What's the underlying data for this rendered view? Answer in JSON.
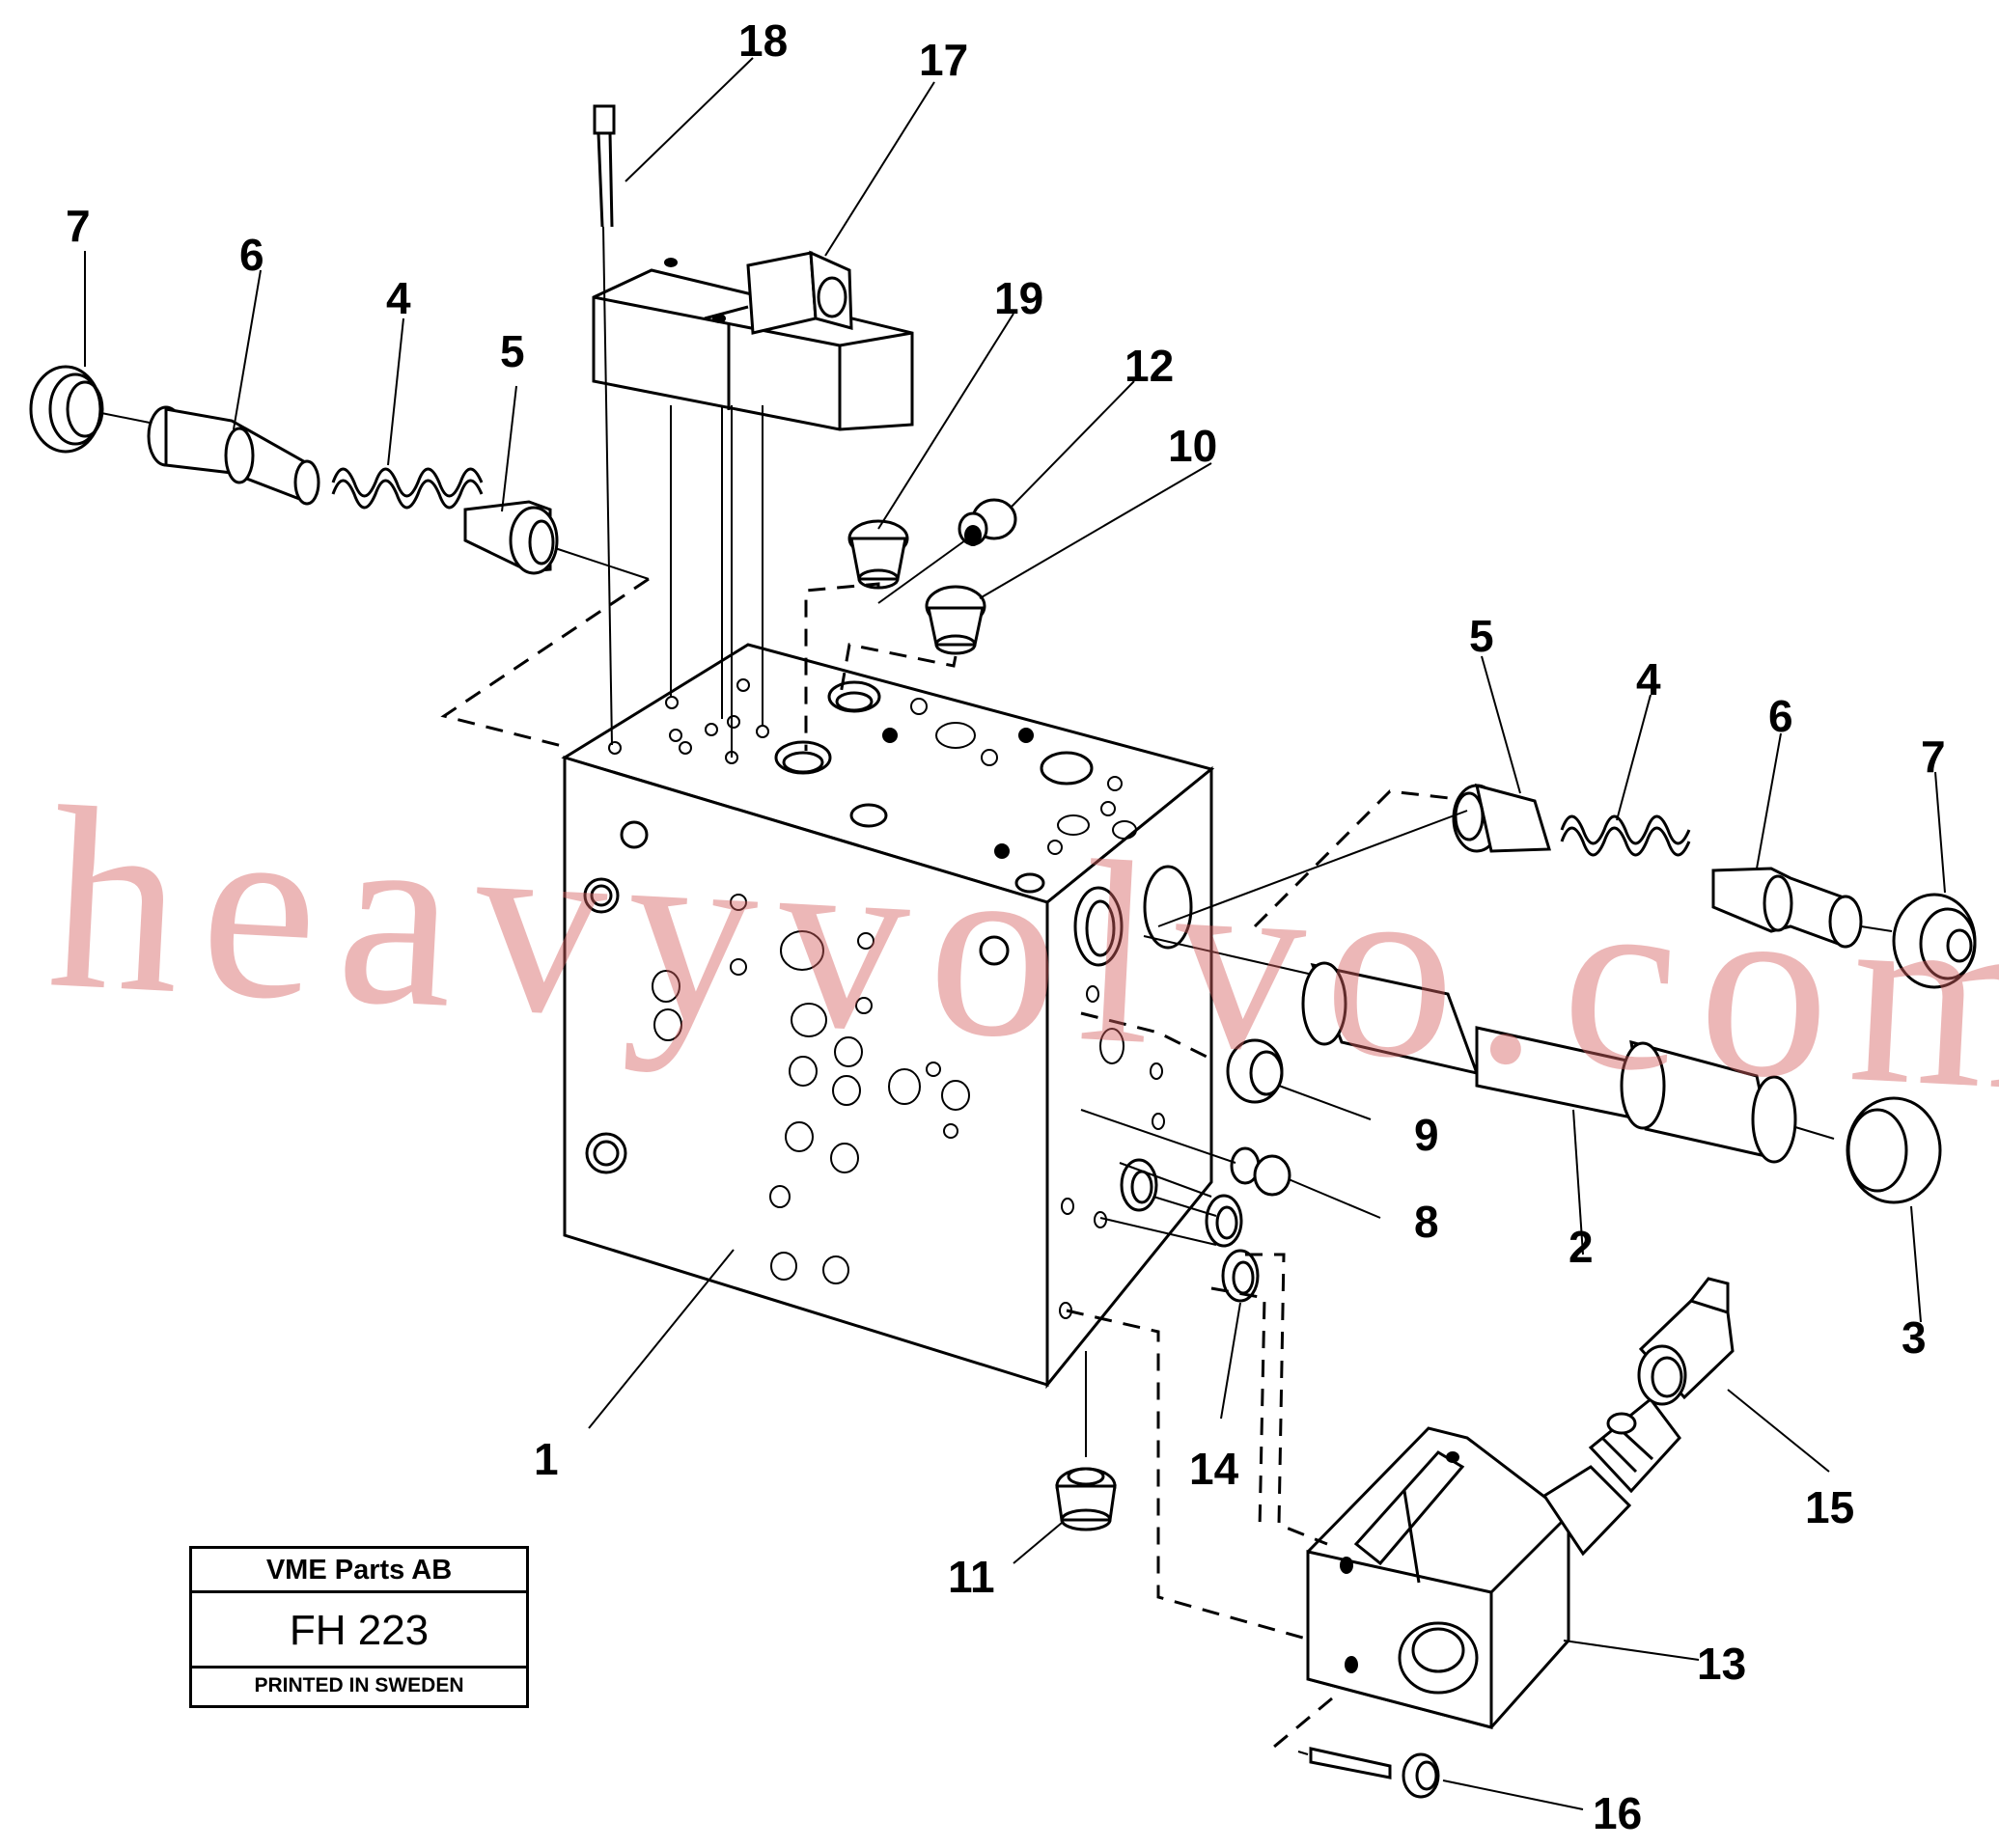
{
  "watermark": "heavyvolvo.com",
  "stamp": {
    "company": "VME Parts AB",
    "code": "FH 223",
    "printed": "PRINTED IN SWEDEN"
  },
  "callouts": {
    "c1": "1",
    "c2": "2",
    "c3": "3",
    "c4l": "4",
    "c4r": "4",
    "c5l": "5",
    "c5r": "5",
    "c6l": "6",
    "c6r": "6",
    "c7l": "7",
    "c7r": "7",
    "c8": "8",
    "c9": "9",
    "c10": "10",
    "c11": "11",
    "c12": "12",
    "c13": "13",
    "c14": "14",
    "c15": "15",
    "c16": "16",
    "c17": "17",
    "c18": "18",
    "c19": "19"
  }
}
